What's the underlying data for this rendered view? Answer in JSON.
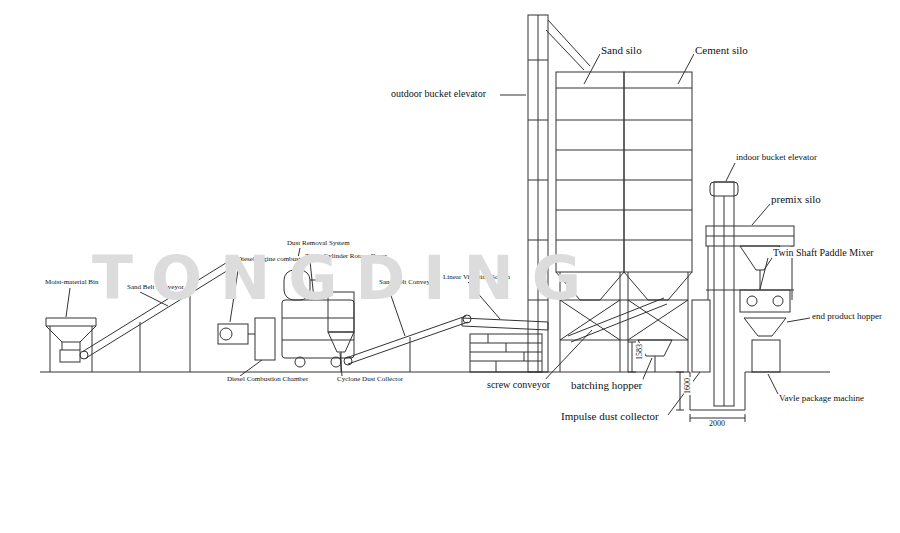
{
  "diagram": {
    "labels": [
      "Moist-material Bin",
      "Sand Belt Conveyor",
      "Diesel engine combustor",
      "Dust Removal System",
      "Triple Cylinder Rotary Dryer",
      "Diesel Combustion Chamber",
      "Cyclone Dust Collector",
      "Sand Belt Conveyor",
      "Linear Vibrating Screen",
      "outdoor bucket elevator",
      "Sand silo",
      "Cement silo",
      "indoor bucket elevator",
      "premix silo",
      "Twin Shaft Paddle Mixer",
      "end product hopper",
      "screw conveyor",
      "batching hopper",
      "Impulse dust collector",
      "Vavle package machine",
      "1583",
      "1600",
      "2000",
      "TONGDING"
    ]
  }
}
